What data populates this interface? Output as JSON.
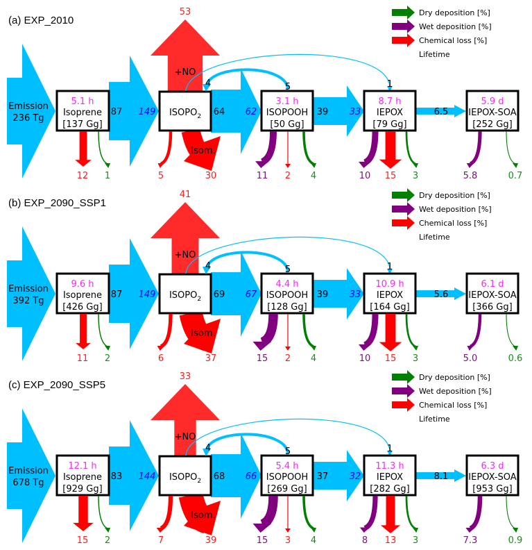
{
  "colors": {
    "flow": "#00bfff",
    "chem": "#ff0000",
    "no": "#ff2a2a",
    "wet": "#800080",
    "dry": "#008000",
    "life": "#ff22ff",
    "inflow": "#0000ff"
  },
  "legend": [
    {
      "label": "Dry deposition [%]",
      "color": "#008000"
    },
    {
      "label": "Wet deposition [%]",
      "color": "#800080"
    },
    {
      "label": "Chemical loss [%]",
      "color": "#ff0000"
    },
    {
      "label": "Lifetime",
      "color": "#ff22ff"
    }
  ],
  "labels": {
    "emission": "Emission",
    "no": "+NO",
    "isom": "Isom.",
    "isopo2": "ISOPO",
    "isopo2_sub": "2"
  },
  "panels": [
    {
      "title": "(a) EXP_2010",
      "emission": "236 Tg",
      "isoprene": {
        "life": "5.1 h",
        "name": "Isoprene",
        "mass": "[137 Gg]",
        "out": "87",
        "chem": "12",
        "dry": "1"
      },
      "isopo2": {
        "in": "149",
        "out": "64",
        "no": "53",
        "chem": "5",
        "isom": "30",
        "recycle_in": "4"
      },
      "isopooh": {
        "in": "62",
        "life": "3.1 h",
        "name": "ISOPOOH",
        "mass": "[50 Gg]",
        "out": "39",
        "wet": "11",
        "chem": "2",
        "dry": "4",
        "recycle_out": "5"
      },
      "iepox": {
        "in": "33",
        "life": "8.7 h",
        "name": "IEPOX",
        "mass": "[79 Gg]",
        "out": "6.5",
        "wet": "10",
        "chem": "15",
        "dry": "3",
        "from_isopo2": "1"
      },
      "soa": {
        "life": "5.9 d",
        "name": "IEPOX-SOA",
        "mass": "[252 Gg]",
        "wet": "5.8",
        "dry": "0.7"
      }
    },
    {
      "title": "(b) EXP_2090_SSP1",
      "emission": "392 Tg",
      "isoprene": {
        "life": "9.6 h",
        "name": "Isoprene",
        "mass": "[426 Gg]",
        "out": "87",
        "chem": "11",
        "dry": "2"
      },
      "isopo2": {
        "in": "149",
        "out": "69",
        "no": "41",
        "chem": "6",
        "isom": "37",
        "recycle_in": "4"
      },
      "isopooh": {
        "in": "67",
        "life": "4.4 h",
        "name": "ISOPOOH",
        "mass": "[128 Gg]",
        "out": "39",
        "wet": "15",
        "chem": "2",
        "dry": "4",
        "recycle_out": "5"
      },
      "iepox": {
        "in": "33",
        "life": "10.9 h",
        "name": "IEPOX",
        "mass": "[164 Gg]",
        "out": "5.6",
        "wet": "10",
        "chem": "15",
        "dry": "3",
        "from_isopo2": "1"
      },
      "soa": {
        "life": "6.1 d",
        "name": "IEPOX-SOA",
        "mass": "[366 Gg]",
        "wet": "5.0",
        "dry": "0.6"
      }
    },
    {
      "title": "(c) EXP_2090_SSP5",
      "emission": "678 Tg",
      "isoprene": {
        "life": "12.1 h",
        "name": "Isoprene",
        "mass": "[929 Gg]",
        "out": "83",
        "chem": "15",
        "dry": "2"
      },
      "isopo2": {
        "in": "144",
        "out": "68",
        "no": "33",
        "chem": "7",
        "isom": "39",
        "recycle_in": "4"
      },
      "isopooh": {
        "in": "66",
        "life": "5.4 h",
        "name": "ISOPOOH",
        "mass": "[269 Gg]",
        "out": "37",
        "wet": "15",
        "chem": "3",
        "dry": "4",
        "recycle_out": "5"
      },
      "iepox": {
        "in": "32",
        "life": "11.3 h",
        "name": "IEPOX",
        "mass": "[282 Gg]",
        "out": "8.1",
        "wet": "8",
        "chem": "13",
        "dry": "3",
        "from_isopo2": "1"
      },
      "soa": {
        "life": "6.3 d",
        "name": "IEPOX-SOA",
        "mass": "[953 Gg]",
        "wet": "7.3",
        "dry": "0.9"
      }
    }
  ]
}
